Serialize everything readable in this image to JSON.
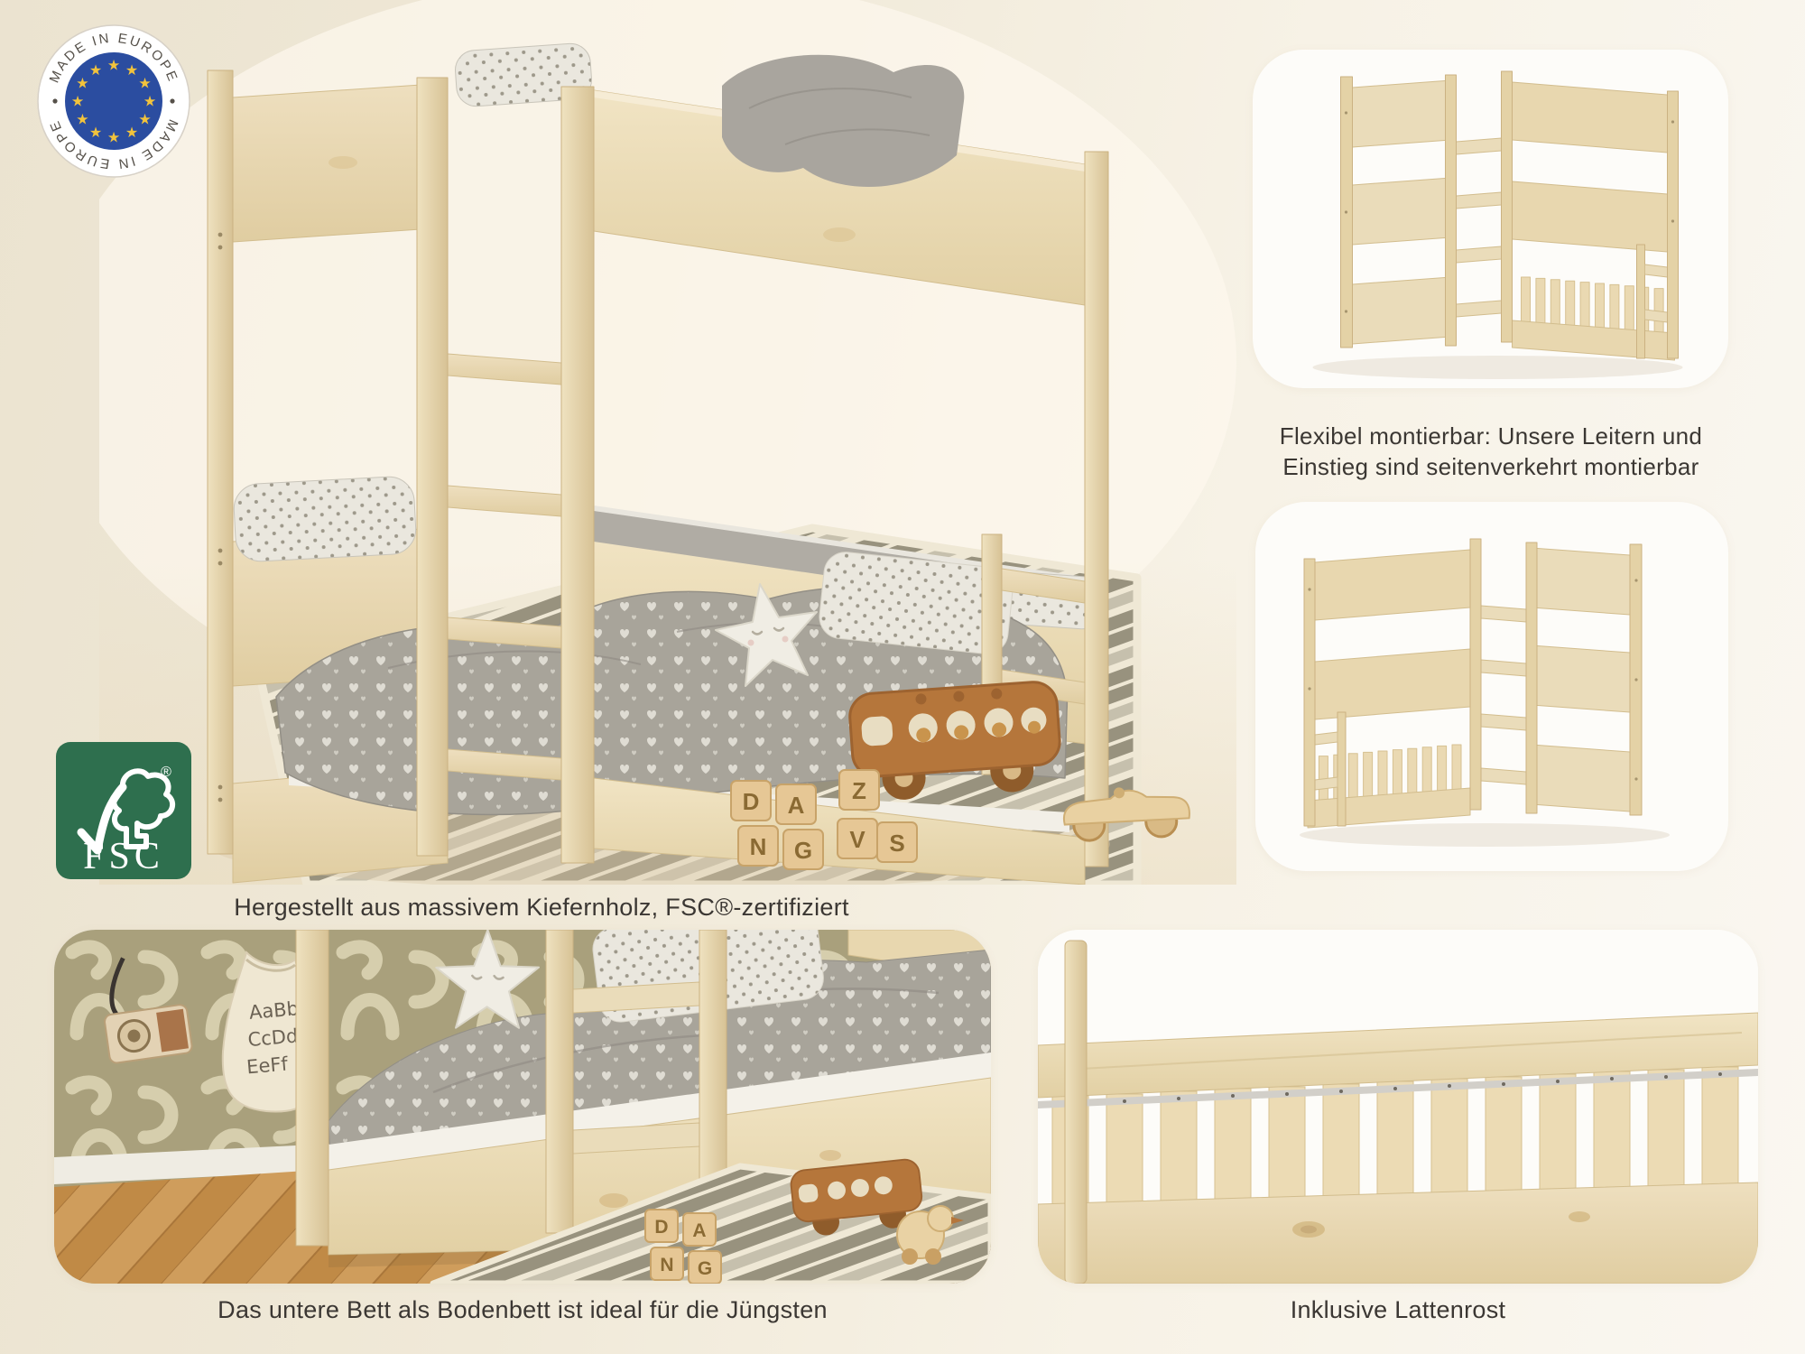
{
  "badge_eu": {
    "arc_top": "MADE IN EUROPE",
    "arc_bottom": "MADE IN EUROPE",
    "circle_color": "#2b4da0",
    "star_color": "#f2c33c"
  },
  "badge_fsc": {
    "label": "FSC",
    "registered": "®",
    "background": "#2e6f4e"
  },
  "captions": {
    "main": "Hergestellt aus massivem Kiefernholz, FSC®-zertifiziert",
    "flexible_line1": "Flexibel montierbar: Unsere Leitern und",
    "flexible_line2": "Einstieg sind seitenverkehrt montierbar",
    "floor_bed": "Das untere Bett als Bodenbett ist ideal für die Jüngsten",
    "slats": "Inklusive Lattenrost"
  },
  "icons": {
    "star": "★"
  },
  "toys": {
    "blocks_main": [
      "D",
      "A",
      "N",
      "G",
      "V",
      "S",
      "Z"
    ],
    "blocks_floor": [
      "D",
      "A",
      "N",
      "G"
    ]
  },
  "bag_text": [
    "AaBb",
    "CcDd",
    "EeFf"
  ],
  "colors": {
    "wood": "#e9dbb9",
    "wood_dark": "#cdb583",
    "rug_gray": "#98927e",
    "rug_cream": "#efe8d5",
    "bedding_gray": "#a8a49a",
    "wallpaper": "#a9a07c",
    "floor": "#c9995a",
    "caption": "#3b3733",
    "card_bg": "#fdfcf9"
  }
}
